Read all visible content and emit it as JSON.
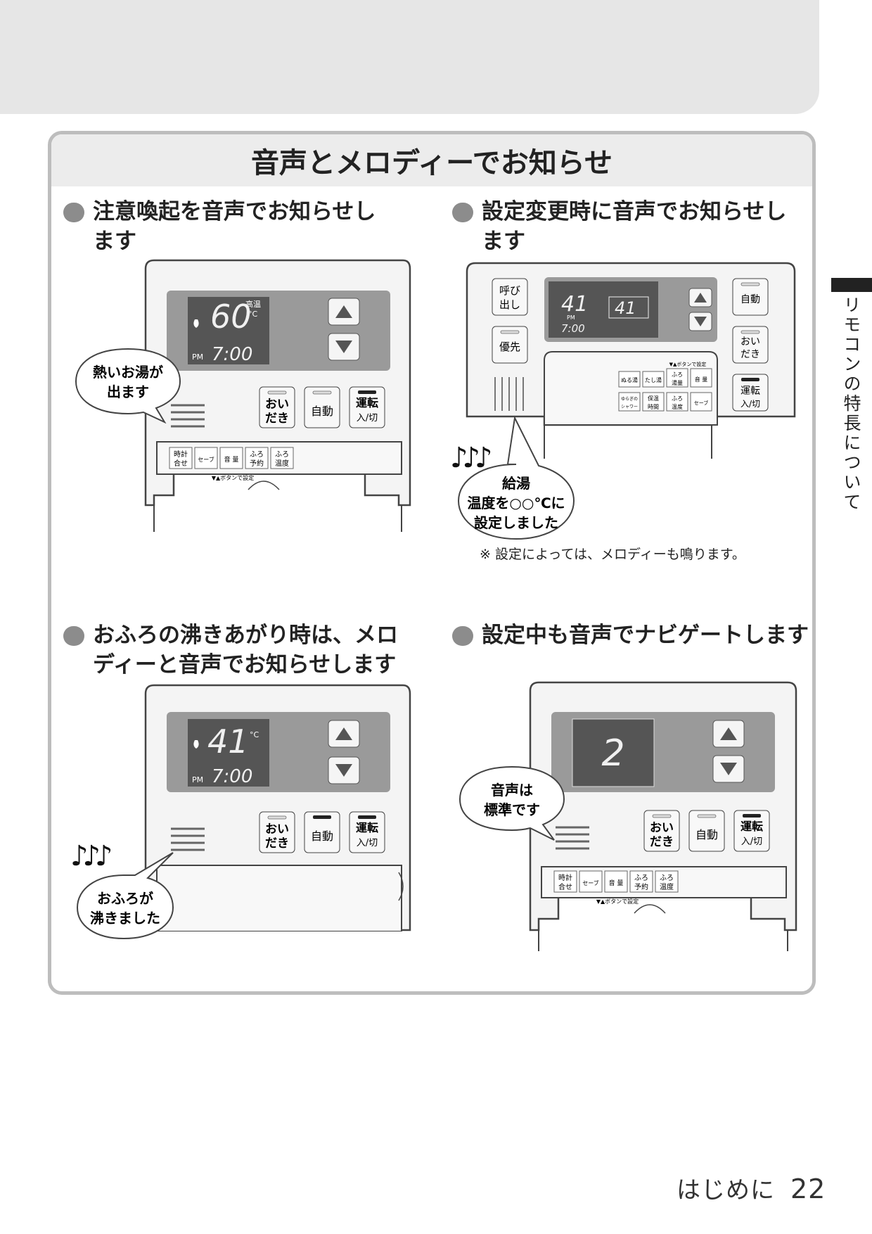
{
  "page": {
    "main_title": "音声とメロディーでお知らせ",
    "side_tab": "リモコンの特長について",
    "footer_label": "はじめに",
    "footer_page": "22",
    "note": "※ 設定によっては、メロディーも鳴ります。"
  },
  "sections": [
    {
      "title_line1": "注意喚起を音声でお知らせし",
      "title_line2": "ます",
      "bubble_line1": "熱いお湯が",
      "bubble_line2": "出ます"
    },
    {
      "title_line1": "設定変更時に音声でお知らせし",
      "title_line2": "ます",
      "bubble_line1": "給湯",
      "bubble_line2": "温度を○○℃に",
      "bubble_line3": "設定しました"
    },
    {
      "title_line1": "おふろの沸きあがり時は、メロ",
      "title_line2": "ディーと音声でお知らせします",
      "bubble_line1": "おふろが",
      "bubble_line2": "沸きました"
    },
    {
      "title_line1": "設定中も音声でナビゲートします",
      "bubble_line1": "音声は",
      "bubble_line2": "標準です"
    }
  ],
  "remote_common": {
    "btn_oidaki_1": "おい",
    "btn_oidaki_2": "だき",
    "btn_jido": "自動",
    "btn_unten_1": "運転",
    "btn_unten_2": "入/切",
    "btn_tokei_1": "時計",
    "btn_tokei_2": "合せ",
    "btn_save": "セーブ",
    "btn_onryo": "音 量",
    "btn_furo_yoyaku_1": "ふろ",
    "btn_furo_yoyaku_2": "予約",
    "btn_furo_ondo_1": "ふろ",
    "btn_furo_ondo_2": "温度",
    "cover_hint": "▼▲ボタンで設定",
    "pm": "PM",
    "time": "7:00",
    "celsius": "°C"
  },
  "remote1": {
    "temp": "60",
    "label_koto": "高温"
  },
  "remote2": {
    "btn_yobidashi_1": "呼び",
    "btn_yobidashi_2": "出し",
    "btn_yusen": "優先",
    "btn_jido": "自動",
    "btn_oidaki_1": "おい",
    "btn_oidaki_2": "だき",
    "btn_unten_1": "運転",
    "btn_unten_2": "入/切",
    "temp_left": "41",
    "temp_right": "41",
    "pm": "PM",
    "time": "7:00",
    "cover_hint": "▼▲ボタンで設定",
    "small_nuruyu": "ぬる湯",
    "small_tashiyu": "たし湯",
    "small_furo_yuryo_1": "ふろ",
    "small_furo_yuryo_2": "湯量",
    "small_onryo": "音 量",
    "small_yuragi_1": "ゆらぎの",
    "small_yuragi_2": "シャワー",
    "small_hoon_1": "保温",
    "small_hoon_2": "時間",
    "small_furo_ondo_1": "ふろ",
    "small_furo_ondo_2": "温度",
    "small_save": "セーブ"
  },
  "remote3": {
    "temp": "41"
  },
  "remote4": {
    "display": "2"
  },
  "melody": "♪♪♪"
}
